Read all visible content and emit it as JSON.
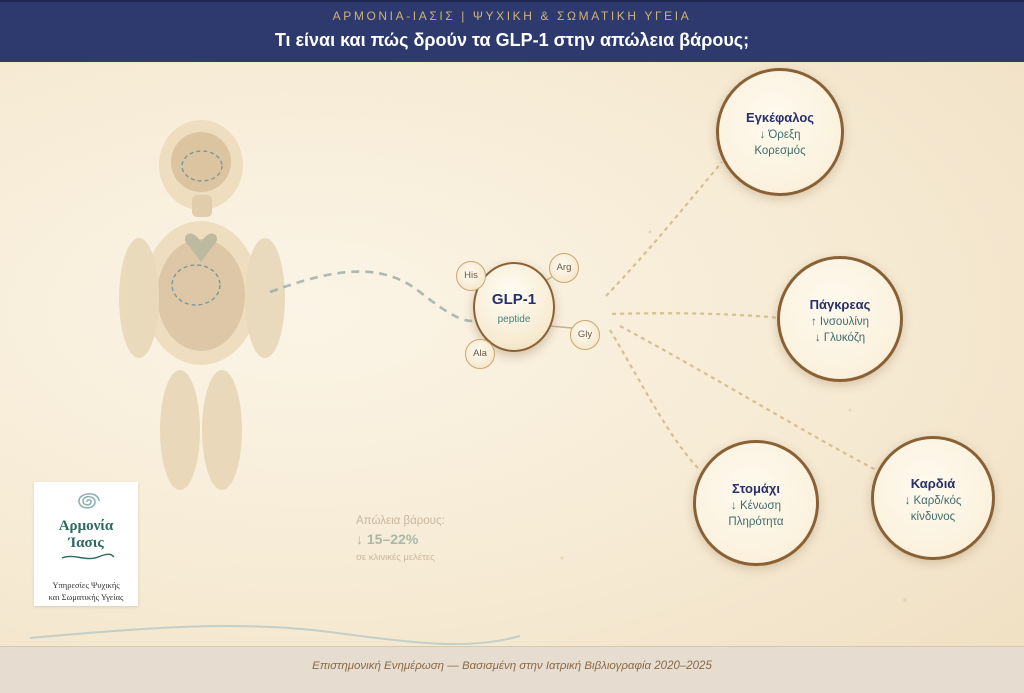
{
  "header": {
    "brand_line": "ΑΡΜΟΝΙΑ-ΙΑΣΙΣ | ΨΥΧΙΚΗ & ΣΩΜΑΤΙΚΗ ΥΓΕΙΑ",
    "title": "Τι είναι και πώς δρούν τα GLP-1 στην απώλεια βάρους;"
  },
  "logo": {
    "name_line1": "Αρμονία",
    "name_line2": "Ίασις",
    "subtitle_line1": "Υπηρεσίες Ψυχικής",
    "subtitle_line2": "και Σωματικής Υγείας"
  },
  "glp1": {
    "name": "GLP-1",
    "subtitle": "peptide",
    "amino_acids": [
      "His",
      "Arg",
      "Gly",
      "Ala"
    ]
  },
  "organs": [
    {
      "name": "Εγκέφαλος",
      "line1": "↓ Όρεξη",
      "line2": "Κορεσμός"
    },
    {
      "name": "Πάγκρεας",
      "line1": "↑ Ινσουλίνη",
      "line2": "↓ Γλυκόζη"
    },
    {
      "name": "Στομάχι",
      "line1": "↓ Κένωση",
      "line2": "Πληρότητα"
    },
    {
      "name": "Καρδιά",
      "line1": "↓ Καρδ/κός",
      "line2": "κίνδυνος"
    }
  ],
  "stat": {
    "label": "Απώλεια βάρους:",
    "value": "↓ 15–22%",
    "note": "σε κλινικές μελέτες"
  },
  "footer": {
    "text": "Επιστημονική Ενημέρωση — Βασισμένη στην Ιατρική Βιβλιογραφία 2020–2025"
  },
  "colors": {
    "header_bg": "#2e3a6e",
    "accent_gold": "#cdb27a",
    "node_border": "#8a6135",
    "teal_text": "#3f6d6a"
  }
}
